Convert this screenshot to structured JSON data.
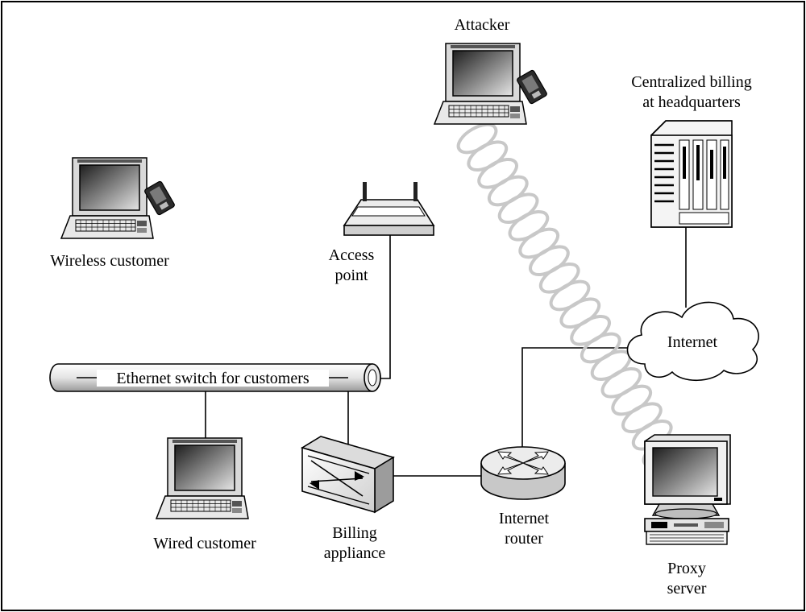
{
  "nodes": {
    "attacker": {
      "label": "Attacker",
      "icon": "wireless-laptop-icon"
    },
    "billing_hq": {
      "label_lines": [
        "Centralized billing",
        "at headquarters"
      ],
      "icon": "server-rack-icon"
    },
    "wireless_customer": {
      "label": "Wireless customer",
      "icon": "wireless-laptop-icon"
    },
    "access_point": {
      "label_lines": [
        "Access",
        "point"
      ],
      "icon": "wireless-router-icon"
    },
    "internet": {
      "label": "Internet",
      "icon": "cloud-icon"
    },
    "switch": {
      "label": "Ethernet switch for customers",
      "icon": "pipe-switch-icon"
    },
    "wired_customer": {
      "label": "Wired customer",
      "icon": "laptop-icon"
    },
    "billing_appliance": {
      "label_lines": [
        "Billing",
        "appliance"
      ],
      "icon": "network-appliance-icon"
    },
    "router": {
      "label_lines": [
        "Internet",
        "router"
      ],
      "icon": "router-icon"
    },
    "proxy": {
      "label_lines": [
        "Proxy",
        "server"
      ],
      "icon": "desktop-computer-icon"
    }
  },
  "colors": {
    "line": "#000000",
    "coil": "#c8c8c8",
    "device_light": "#f2f2f2",
    "screen_dark": "#3a3a3a"
  }
}
